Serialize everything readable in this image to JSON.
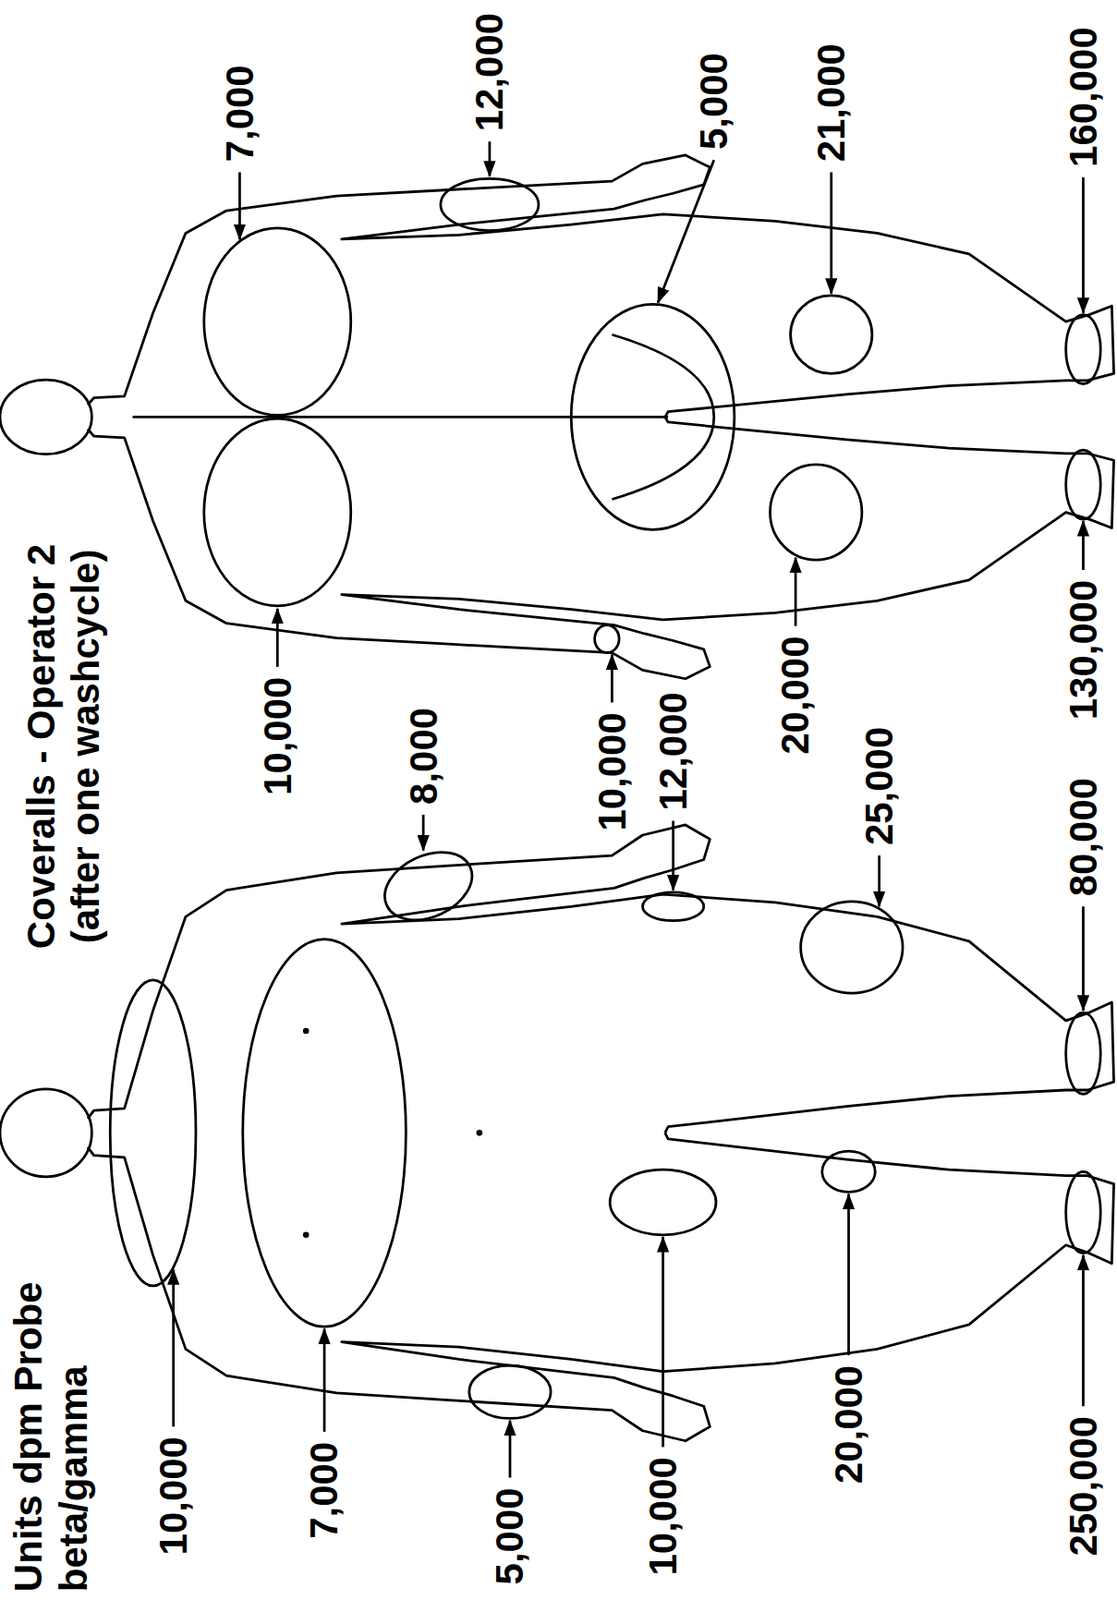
{
  "diagram": {
    "labels": [
      "Units dpm Probe beta/gamma",
      "Coveralls - Operator 2 (after one washcycle)",
      "10,000",
      "7,000",
      "5,000",
      "10,000",
      "20,000",
      "250,000",
      "8,000",
      "12,000",
      "25,000",
      "80,000",
      "10,000",
      "10,000",
      "20,000",
      "130,000",
      "7,000",
      "12,000",
      "5,000",
      "21,000",
      "160,000"
    ]
  }
}
